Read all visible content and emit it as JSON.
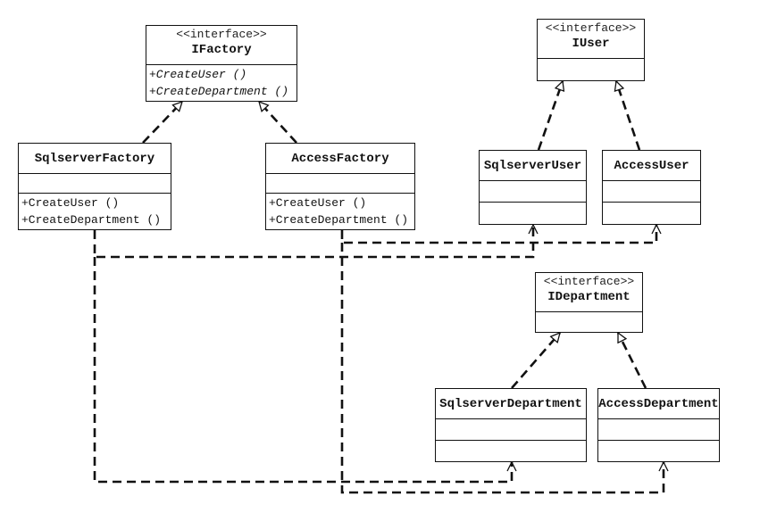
{
  "stereotype": "<<interface>>",
  "ifactory": {
    "name": "IFactory",
    "ops": [
      "+CreateUser ()",
      "+CreateDepartment ()"
    ]
  },
  "sqlserver_factory": {
    "name": "SqlserverFactory",
    "ops": [
      "+CreateUser ()",
      "+CreateDepartment ()"
    ]
  },
  "access_factory": {
    "name": "AccessFactory",
    "ops": [
      "+CreateUser ()",
      "+CreateDepartment ()"
    ]
  },
  "iuser": {
    "name": "IUser"
  },
  "sqlserver_user": {
    "name": "SqlserverUser"
  },
  "access_user": {
    "name": "AccessUser"
  },
  "idepartment": {
    "name": "IDepartment"
  },
  "sqlserver_department": {
    "name": "SqlserverDepartment"
  },
  "access_department": {
    "name": "AccessDepartment"
  },
  "colors": {
    "line": "#111111",
    "background": "#ffffff"
  }
}
